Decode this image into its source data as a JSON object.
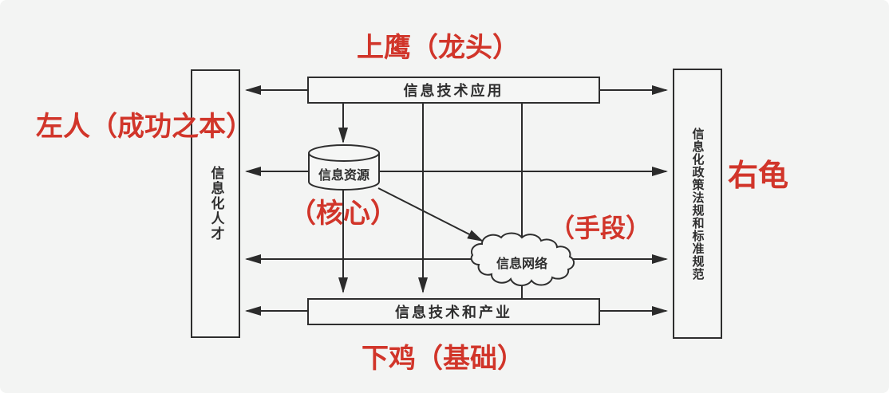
{
  "diagram": {
    "nodes": {
      "top_box": {
        "label": "信息技术应用"
      },
      "bottom_box": {
        "label": "信息技术和产业"
      },
      "left_box": {
        "label": "信息化人才"
      },
      "right_box": {
        "label": "信息化政策法规和标准规范"
      },
      "cylinder": {
        "label": "信息资源"
      },
      "cloud": {
        "label": "信息网络"
      }
    },
    "annotations": {
      "top": "上鹰（龙头）",
      "left": "左人（成功之本）",
      "right": "右龟",
      "core": "（核心）",
      "means": "（手段）",
      "bottom": "下鸡（基础）"
    },
    "colors": {
      "annotation_red": "#d1352a",
      "line_black": "#2b2b2b",
      "background": "#f3f4f3"
    }
  }
}
